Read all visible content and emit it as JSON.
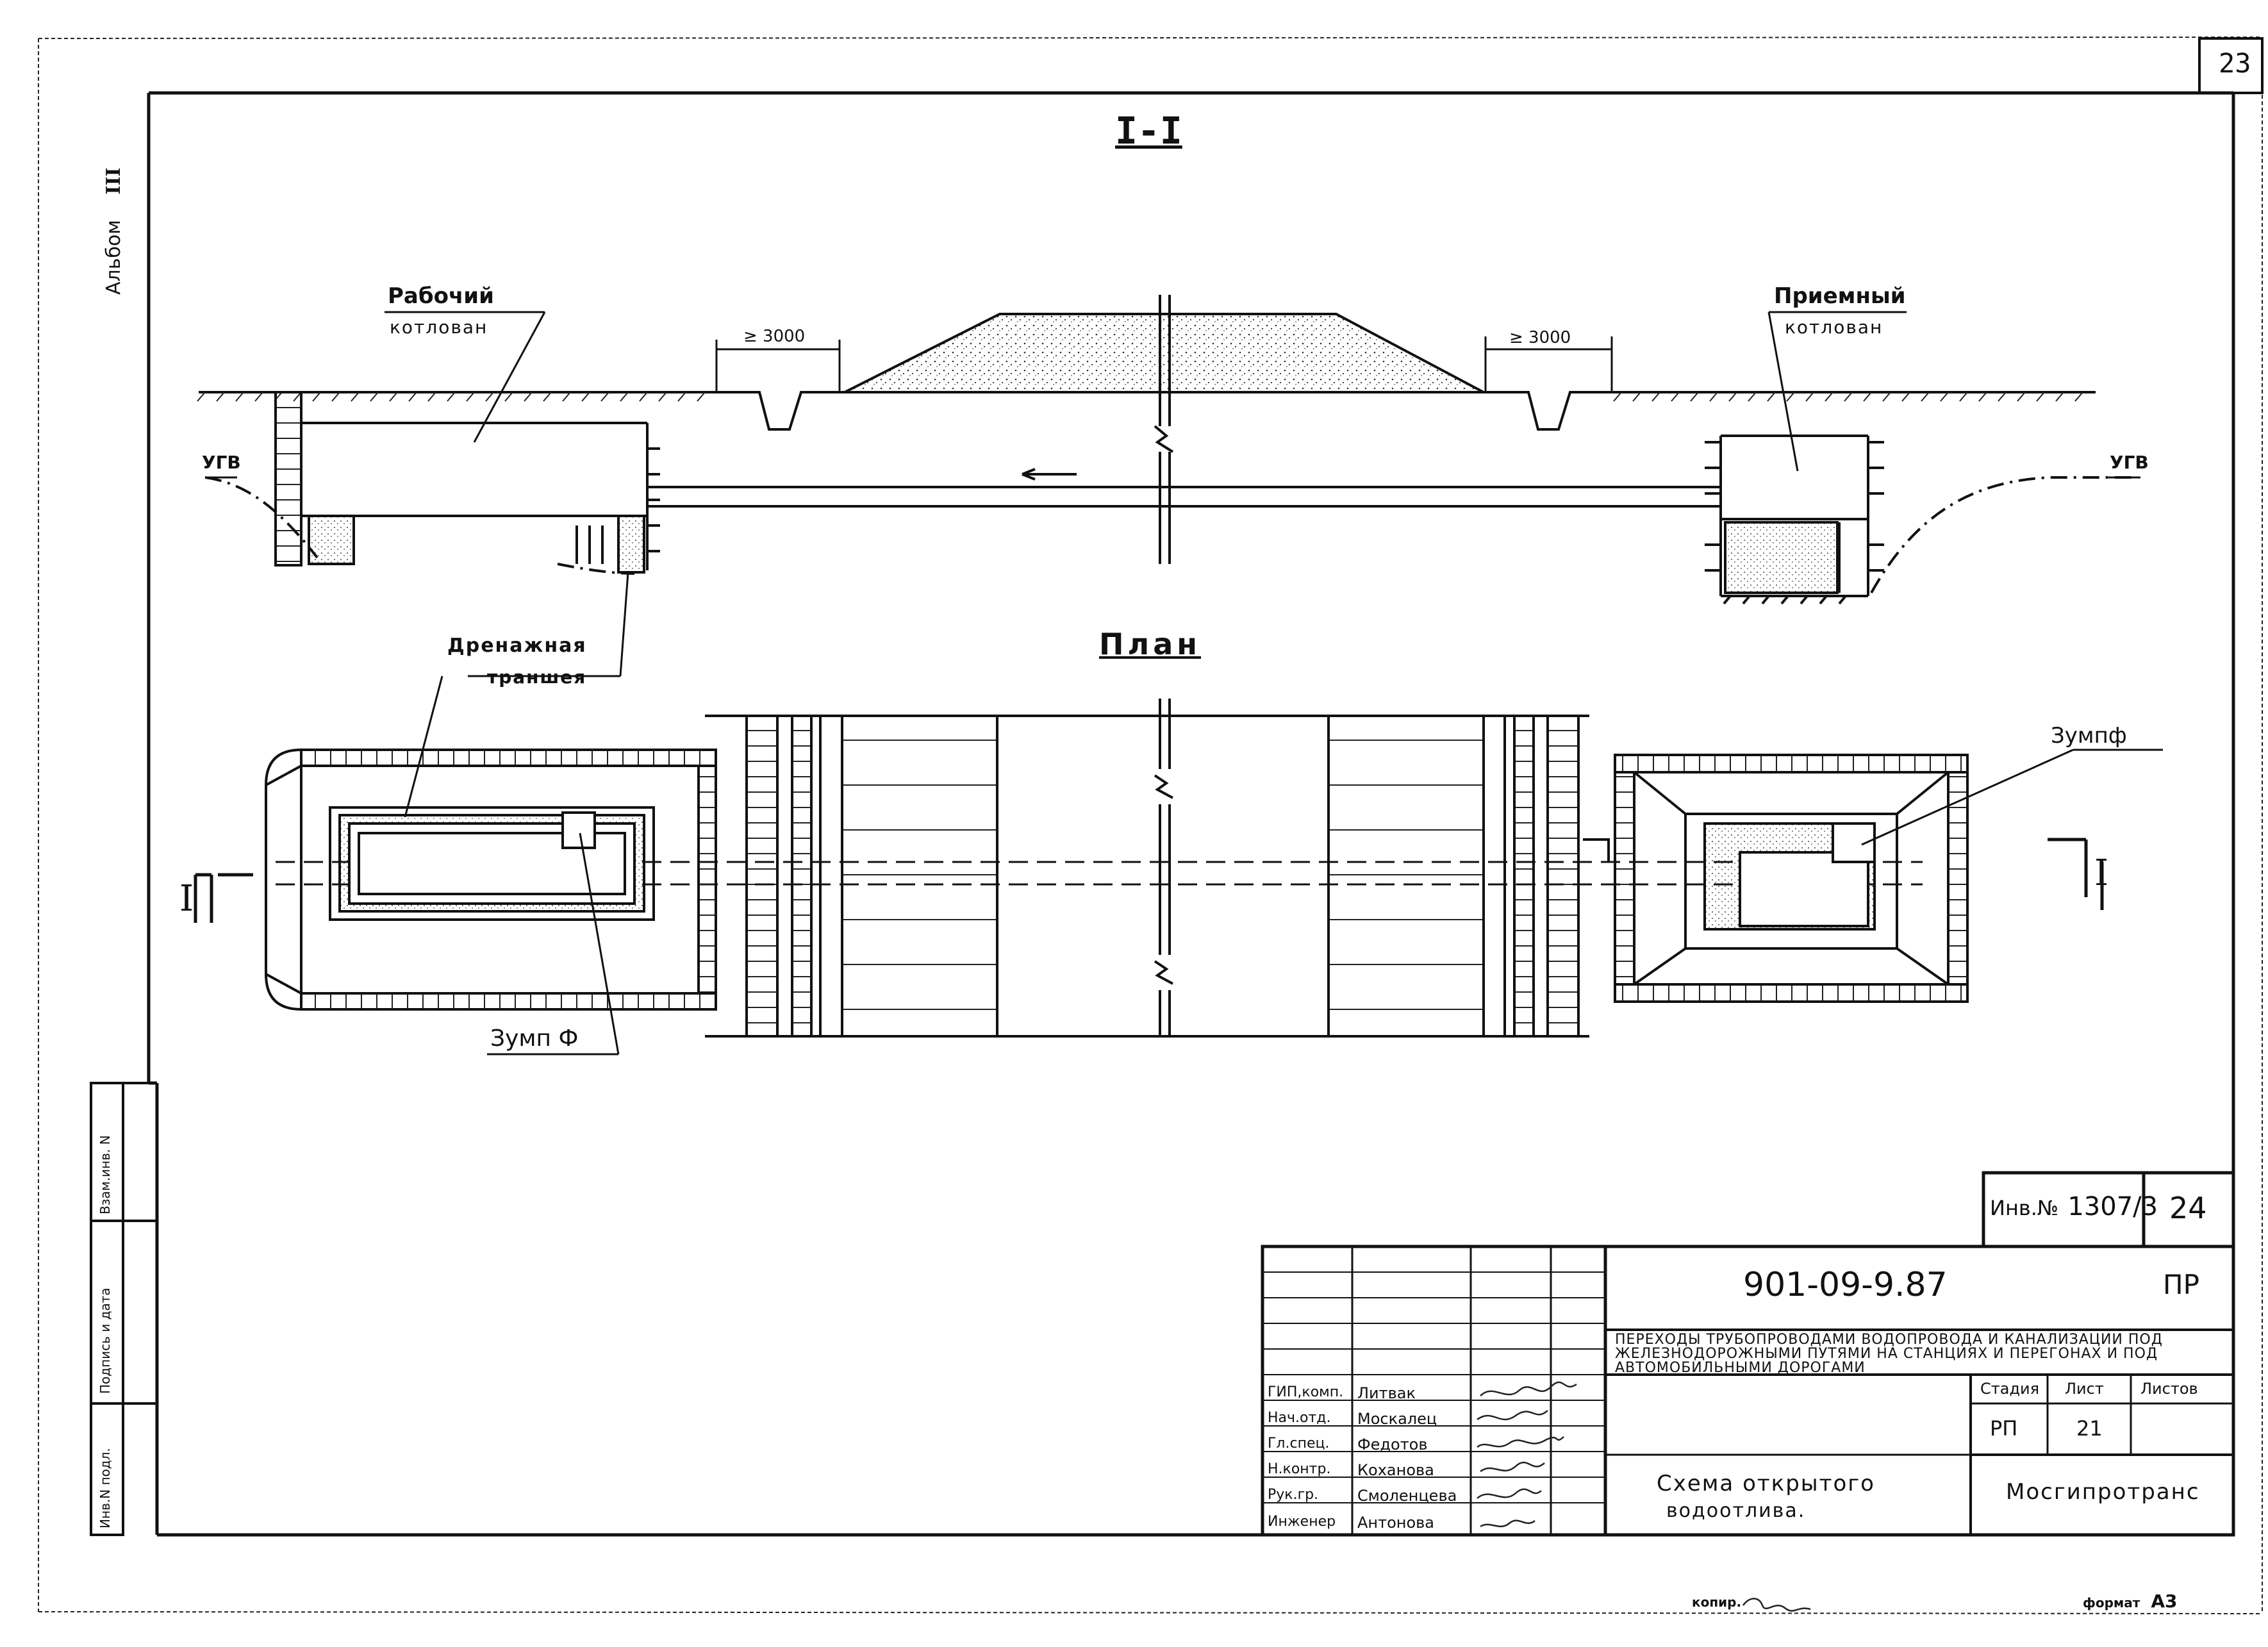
{
  "sheet": {
    "page_number": "23",
    "album_label": "Альбом",
    "album_number": "III",
    "format_label": "формат",
    "format_value": "А3",
    "copied_label": "копир."
  },
  "section": {
    "title": "I-I",
    "left_pit_label_1": "Рабочий",
    "left_pit_label_2": "котлован",
    "right_pit_label_1": "Приемный",
    "right_pit_label_2": "котлован",
    "dim_left": "≥ 3000",
    "dim_right": "≥ 3000",
    "ugv_left": "УГВ",
    "ugv_right": "УГВ",
    "drain_label_1": "Дренажная",
    "drain_label_2": "траншея"
  },
  "plan": {
    "title": "План",
    "sump_left": "Зумп Ф",
    "sump_right": "Зумпф",
    "cut_left": "I",
    "cut_right": "I"
  },
  "side_stamp": {
    "cells": [
      "Инв.N подл.",
      "Подпись и дата",
      "Взам.инв. N"
    ]
  },
  "title_block": {
    "inv_label": "Инв.№",
    "inv_number": "1307/3",
    "inv_sheet": "24",
    "doc_code": "901-09-9.87",
    "doc_suffix": "ПР",
    "description": "Переходы трубопроводами водопровода и канализации под железнодорожными путями на станциях и перегонах и под автомобильными дорогами",
    "stage_header": "Стадия",
    "sheet_header": "Лист",
    "sheets_header": "Листов",
    "stage_value": "РП",
    "sheet_value": "21",
    "sheets_value": "",
    "drawing_title_1": "Схема открытого",
    "drawing_title_2": "водоотлива.",
    "organization": "Мосгипротранс",
    "signatures": [
      {
        "role": "ГИП,комп.",
        "name": "Литвак"
      },
      {
        "role": "Нач.отд.",
        "name": "Москалец"
      },
      {
        "role": "Гл.спец.",
        "name": "Федотов"
      },
      {
        "role": "Н.контр.",
        "name": "Коханова"
      },
      {
        "role": "Рук.гр.",
        "name": "Смоленцева"
      },
      {
        "role": "Инженер",
        "name": "Антонова"
      }
    ]
  }
}
